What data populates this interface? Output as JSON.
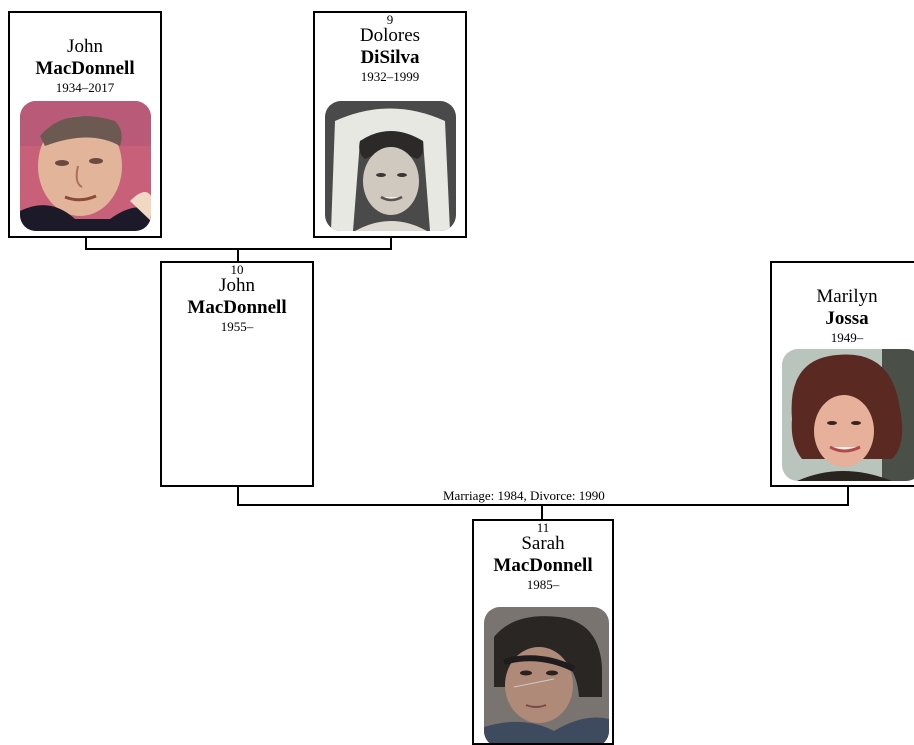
{
  "people": {
    "john_sr": {
      "number": "",
      "given": "John",
      "surname": "MacDonnell",
      "dates": "1934–2017",
      "photo_icon": "portrait-photo"
    },
    "dolores": {
      "number": "9",
      "given": "Dolores",
      "surname": "DiSilva",
      "dates": "1932–1999",
      "photo_icon": "portrait-photo"
    },
    "john_jr": {
      "number": "10",
      "given": "John",
      "surname": "MacDonnell",
      "dates": "1955–"
    },
    "marilyn": {
      "number": "",
      "given": "Marilyn",
      "surname": "Jossa",
      "dates": "1949–",
      "photo_icon": "portrait-photo"
    },
    "sarah": {
      "number": "11",
      "given": "Sarah",
      "surname": "MacDonnell",
      "dates": "1985–",
      "photo_icon": "portrait-photo"
    }
  },
  "marriage_label": "Marriage: 1984, Divorce: 1990",
  "colors": {
    "line": "#000000",
    "card_border": "#000000",
    "background": "#ffffff"
  }
}
